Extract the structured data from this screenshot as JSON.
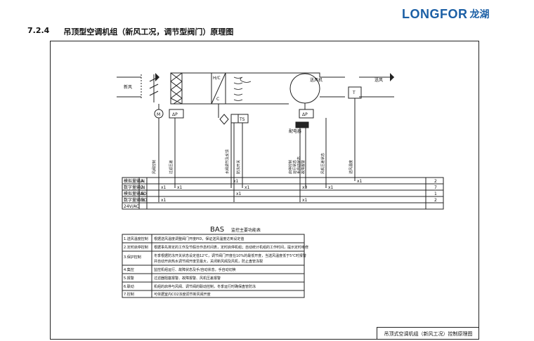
{
  "header": {
    "logo_text": "LONGFOR",
    "logo_cn": "龙湖",
    "logo_color": "#1b5fa5",
    "section_number": "7.2.4",
    "section_title": "吊顶型空调机组（新风工况，调节型阀门）原理图"
  },
  "diagram": {
    "inlet_label": "新风",
    "outlet_label": "送风",
    "hc_label": "H/C",
    "c_label": "C",
    "fan_label": "送风机",
    "vfd_label": "配电器",
    "dp1_label": "ΔP",
    "dp2_label": "ΔP",
    "m_label": "M",
    "t_label": "T",
    "ts_label": "TS",
    "vert_labels": [
      {
        "text": "风阀控制"
      },
      {
        "text": "过滤压差"
      },
      {
        "text": "水阀调节及反馈"
      },
      {
        "text": "防冻开关"
      },
      {
        "text": "启停控制"
      },
      {
        "text": "运行状态"
      },
      {
        "text": "手自动状态"
      },
      {
        "text": "故障报警"
      },
      {
        "text": "风机压差状态"
      },
      {
        "text": "送风温度"
      }
    ],
    "signal_rows": [
      {
        "label": "模拟量输入",
        "code": "AI",
        "num": "2"
      },
      {
        "label": "数字量输入",
        "code": "DI",
        "num": "7"
      },
      {
        "label": "模拟量输出",
        "code": "AO",
        "num": "1"
      },
      {
        "label": "数字量输出",
        "code": "DO",
        "num": "2"
      },
      {
        "label": "24V/AC",
        "code": "",
        "num": ""
      }
    ],
    "multipliers": {
      "m_ai": "x1",
      "m_di": "x1",
      "dp1": "x1",
      "valve_ai": "x1",
      "valve_ao": "x1",
      "ts": "x1",
      "fan_di": "x3",
      "fan_do": "x1",
      "fanp": "x1",
      "sat": "x1"
    }
  },
  "bas": {
    "title_en": "BAS",
    "title_cn": "监控主要功能表",
    "rows": [
      {
        "item": "1.送风温度控制",
        "desc": "根据送风温度调整阀门开度PID，保证送风温度达到设定值"
      },
      {
        "item": "2.定时启停控制",
        "desc": "根据事先排定的工作及节假日作息时间表，定时启停机组；自动统计机组的工作时间，提示定时维修"
      },
      {
        "item": "3.保护控制",
        "desc": "冬季根据防冻开关状态设定值12℃，调节阀门开度在10%的最低开度，当送风温度低于5℃时报警"
      },
      {
        "item": "",
        "desc": "并自动开启热水调节阀开度至最大，关闭新风阀及风机，防止盘管冻裂"
      },
      {
        "item": "4.集控",
        "desc": "监控机组运行、故障状态及手/自动状态，手自动切换"
      },
      {
        "item": "5.报警",
        "desc": "过滤器阻塞报警、故障报警、风机压差报警"
      },
      {
        "item": "6.联动",
        "desc": "机组的启停与风阀、调节阀的联动控制，冬季运行时确保盘管防冻"
      },
      {
        "item": "7.控制",
        "desc": "可依据室内CO2浓度调节新风阀开度"
      }
    ]
  },
  "title_block": {
    "text": "吊顶式空调机组（新风工况）控制原理图"
  }
}
